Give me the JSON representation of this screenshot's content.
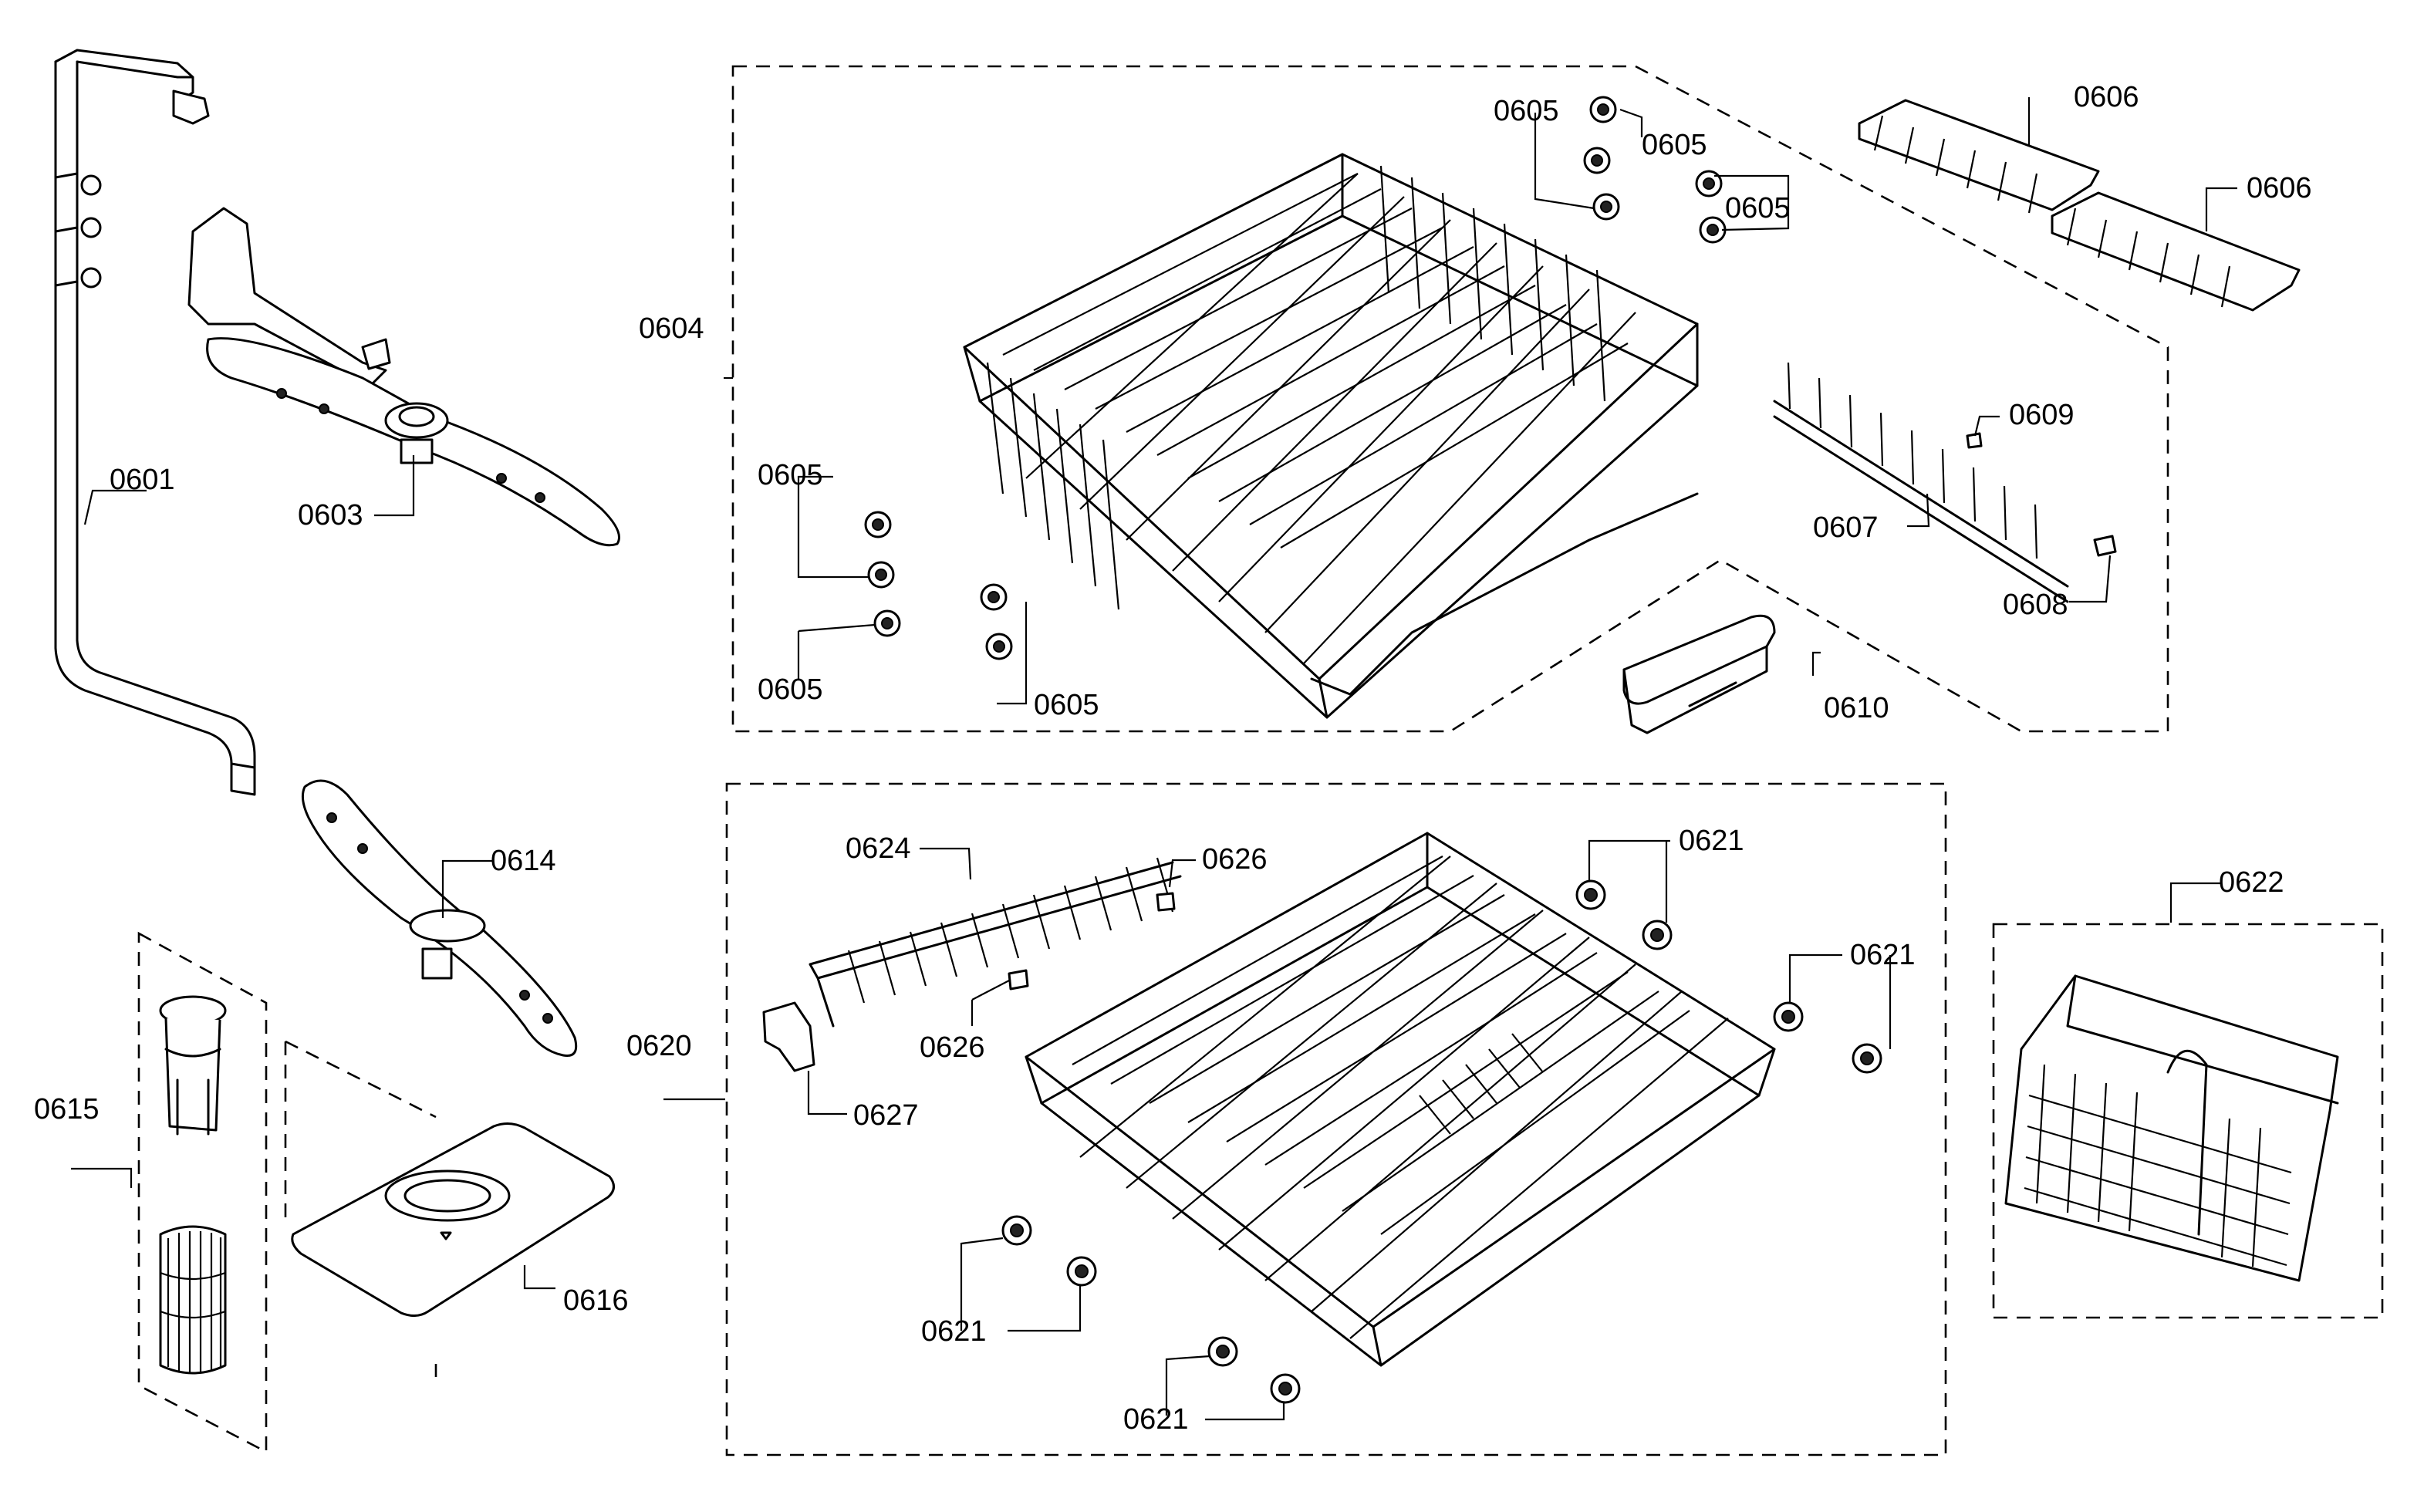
{
  "callouts": {
    "c0601": "0601",
    "c0603": "0603",
    "c0604": "0604",
    "c0605": "0605",
    "c0606": "0606",
    "c0607": "0607",
    "c0608": "0608",
    "c0609": "0609",
    "c0610": "0610",
    "c0614": "0614",
    "c0615": "0615",
    "c0616": "0616",
    "c0620": "0620",
    "c0621": "0621",
    "c0622": "0622",
    "c0624": "0624",
    "c0626": "0626",
    "c0627": "0627"
  }
}
